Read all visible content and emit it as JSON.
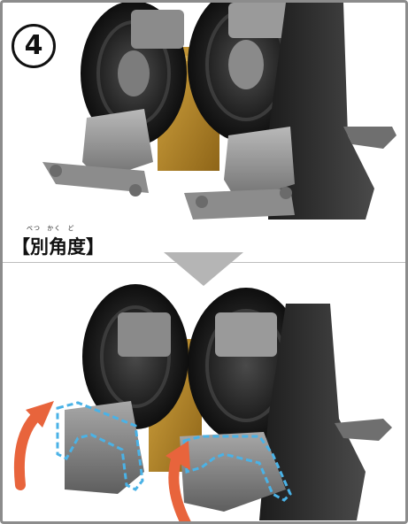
{
  "step": {
    "number": "4"
  },
  "angle_label": {
    "text": "【別角度】",
    "ruby": [
      "べつ",
      "かく",
      "ど"
    ]
  },
  "colors": {
    "frame_border": "#8c8c8c",
    "arrow_gray": "#b5b5b5",
    "motion_arrow": "#e8643c",
    "highlight_dash": "#4ab2e6",
    "gold_part": "#b8862a",
    "dark_plastic": "#2a2a2a",
    "light_plastic": "#9a9a9a"
  },
  "icons": {
    "step_badge": "circled-number",
    "direction": "down-triangle-arrow",
    "motion": "curved-up-arrow"
  }
}
